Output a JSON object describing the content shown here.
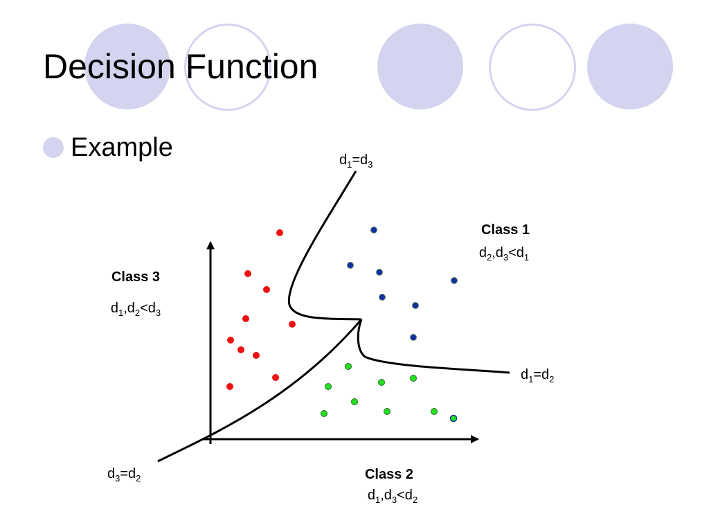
{
  "slide": {
    "title": "Decision Function",
    "bullet": "Example"
  },
  "colors": {
    "decor_circle": "#d4d4f0",
    "class1_points": "#1030a0",
    "class2_points": "#22e022",
    "class3_points": "#ee1111",
    "lines": "#000000"
  },
  "classes": [
    {
      "id": "class1",
      "name": "Class 1",
      "cond_base": [
        "d",
        "2",
        ",d",
        "3",
        "<d",
        "1"
      ]
    },
    {
      "id": "class2",
      "name": "Class 2",
      "cond_base": [
        "d",
        "1",
        ",d",
        "3",
        "<d",
        "2"
      ]
    },
    {
      "id": "class3",
      "name": "Class 3",
      "cond_base": [
        "d",
        "1",
        ",d",
        "2",
        "<d",
        "3"
      ]
    }
  ],
  "boundaries": [
    {
      "id": "d1-d3",
      "label": [
        "d",
        "1",
        "=d",
        "3"
      ]
    },
    {
      "id": "d1-d2",
      "label": [
        "d",
        "1",
        "=d",
        "2"
      ]
    },
    {
      "id": "d3-d2",
      "label": [
        "d",
        "3",
        "=d",
        "2"
      ]
    }
  ]
}
